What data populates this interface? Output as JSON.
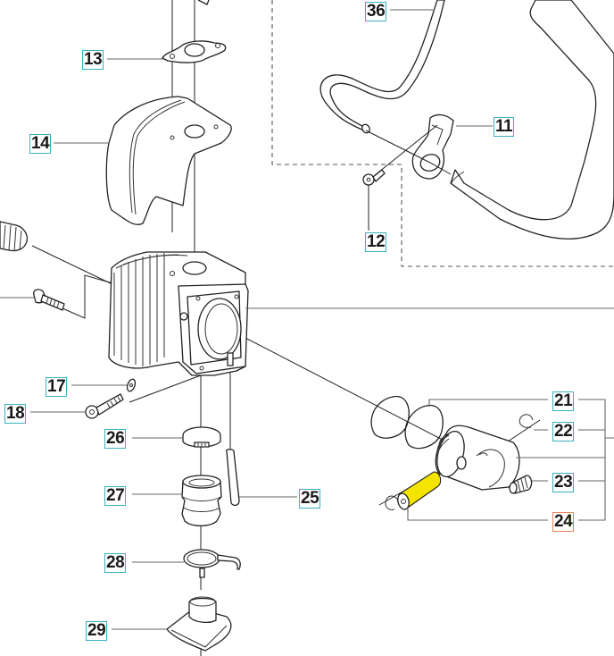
{
  "diagram": {
    "title": "Cylinder / Piston exploded view",
    "highlight_color": "#f5e400",
    "label_border_color": "#3ab0c0",
    "selected_label_border_color": "#e8825a",
    "callouts": [
      {
        "id": "36",
        "part": "front-handle"
      },
      {
        "id": "13",
        "part": "muffler-gasket"
      },
      {
        "id": "11",
        "part": "handle-bracket"
      },
      {
        "id": "14",
        "part": "heat-shield"
      },
      {
        "id": "12",
        "part": "bracket-screw"
      },
      {
        "id": "17",
        "part": "washer"
      },
      {
        "id": "18",
        "part": "cylinder-bolt"
      },
      {
        "id": "21",
        "part": "piston-kit"
      },
      {
        "id": "22",
        "part": "circlip"
      },
      {
        "id": "23",
        "part": "needle-bearing"
      },
      {
        "id": "24",
        "part": "piston-pin",
        "selected": true
      },
      {
        "id": "25",
        "part": "impulse-hose"
      },
      {
        "id": "26",
        "part": "hose-clamp"
      },
      {
        "id": "27",
        "part": "intake-boot"
      },
      {
        "id": "28",
        "part": "spring-clamp"
      },
      {
        "id": "29",
        "part": "carburetor-adapter"
      }
    ]
  }
}
